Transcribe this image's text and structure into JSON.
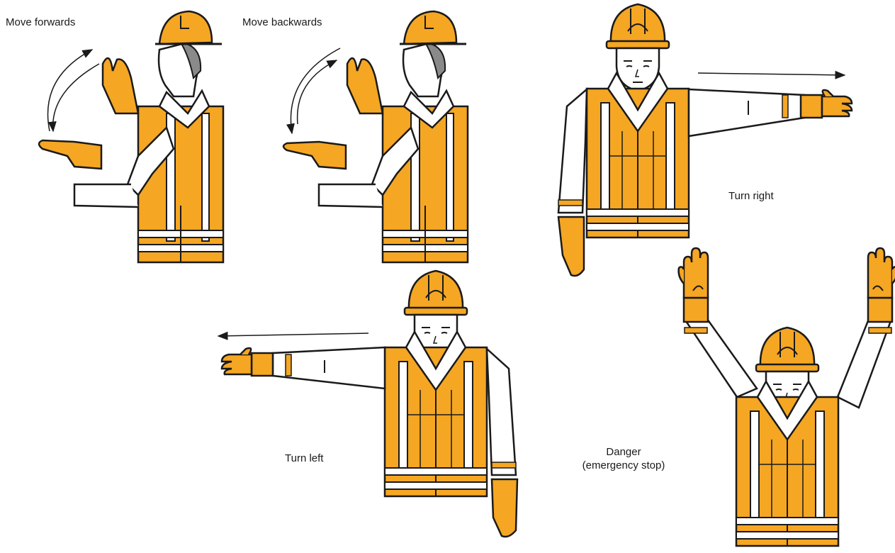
{
  "signals": [
    {
      "id": "move-forwards",
      "label": "Move forwards"
    },
    {
      "id": "move-backwards",
      "label": "Move backwards"
    },
    {
      "id": "turn-right",
      "label": "Turn right"
    },
    {
      "id": "turn-left",
      "label": "Turn left"
    },
    {
      "id": "danger",
      "label_line1": "Danger",
      "label_line2": "(emergency stop)"
    }
  ],
  "colors": {
    "vest": "#f5a623",
    "helmet": "#f5a623",
    "outline": "#1a1a1a",
    "skin": "#ffffff",
    "hair": "#8a8a8a",
    "reflective": "#ffffff"
  }
}
